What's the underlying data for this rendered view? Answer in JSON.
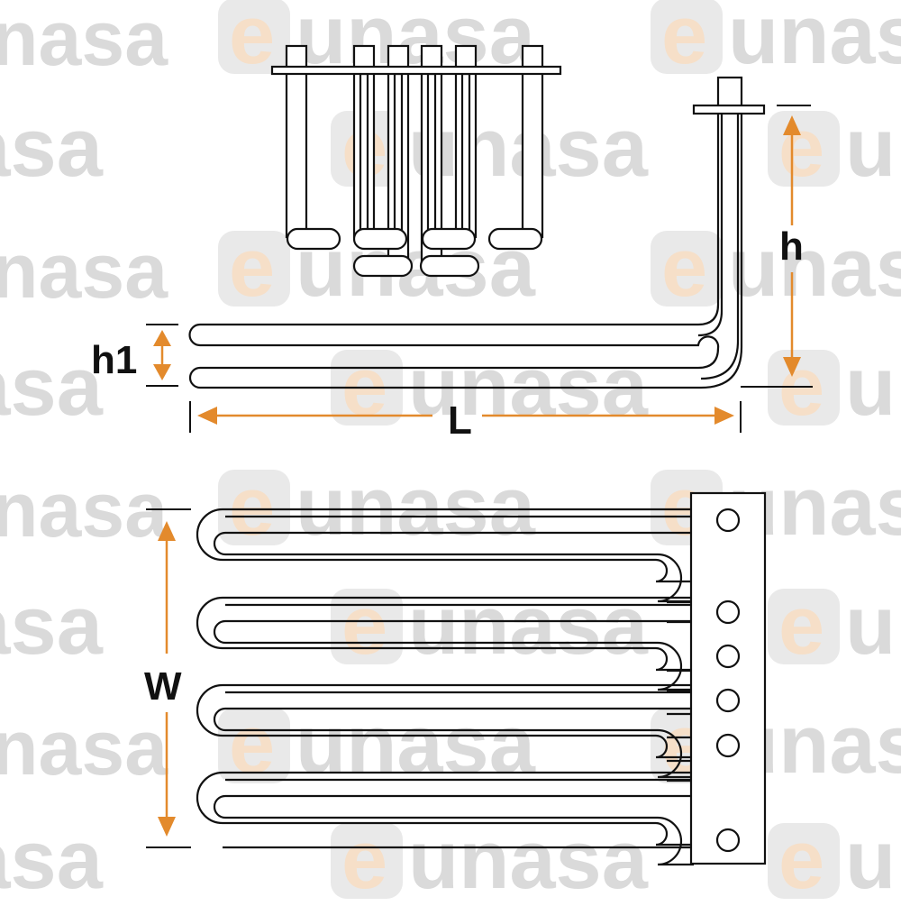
{
  "watermark": {
    "brand_e": "e",
    "brand_rest": "unasa",
    "edge_text": "nasa",
    "text_color": "#dadada",
    "e_color": "#f6dfc8",
    "box_color": "#e9e9e9"
  },
  "labels": {
    "height": "h",
    "height_1": "h1",
    "length": "L",
    "width": "W"
  },
  "colors": {
    "line": "#111111",
    "dimension": "#e38a2c",
    "background": "#ffffff"
  }
}
